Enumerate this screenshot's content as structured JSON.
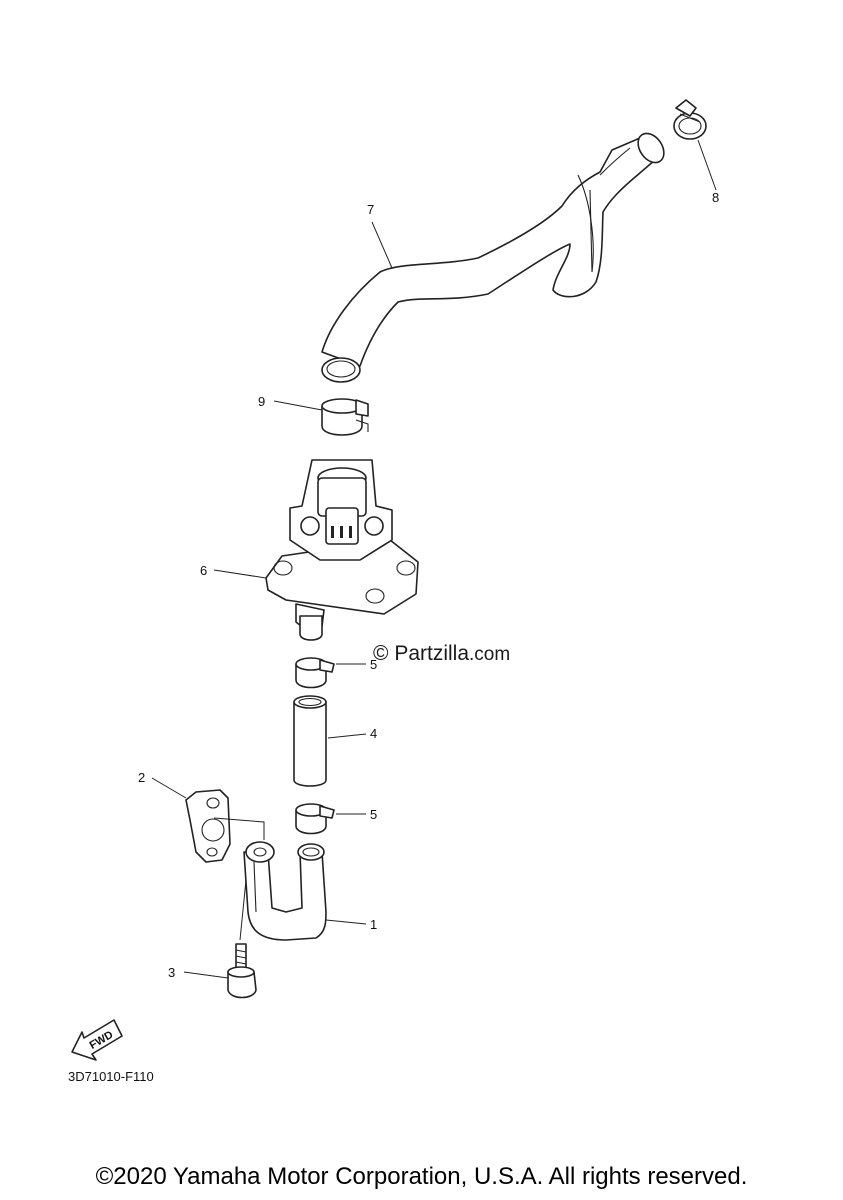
{
  "callouts": {
    "c1": "1",
    "c2": "2",
    "c3": "3",
    "c4": "4",
    "c5a": "5",
    "c5b": "5",
    "c6": "6",
    "c7": "7",
    "c8": "8",
    "c9": "9"
  },
  "watermark": {
    "symbol": "©",
    "name": "Partzilla",
    "domain": ".com"
  },
  "fwd_badge": "FWD",
  "diagram_code": "3D71010-F110",
  "copyright": "©2020 Yamaha Motor Corporation, U.S.A. All rights reserved."
}
